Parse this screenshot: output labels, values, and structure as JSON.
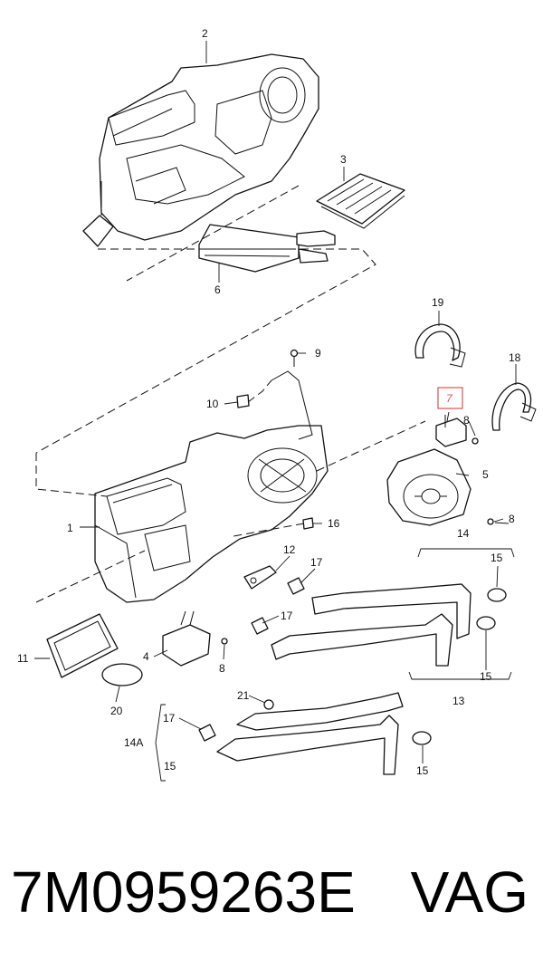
{
  "callouts": {
    "c1": "1",
    "c2": "2",
    "c3": "3",
    "c4": "4",
    "c5": "5",
    "c6": "6",
    "c7": "7",
    "c8a": "8",
    "c8b": "8",
    "c8c": "8",
    "c9": "9",
    "c10": "10",
    "c11": "11",
    "c12": "12",
    "c13": "13",
    "c14": "14",
    "c14a": "14A",
    "c15a": "15",
    "c15b": "15",
    "c15c": "15",
    "c15d": "15",
    "c16": "16",
    "c17a": "17",
    "c17b": "17",
    "c17c": "17",
    "c18": "18",
    "c19": "19",
    "c20": "20",
    "c21": "21"
  },
  "highlight_color": "#d9534f",
  "footer": {
    "part_number": "7M0959263E",
    "brand": "VAG"
  }
}
